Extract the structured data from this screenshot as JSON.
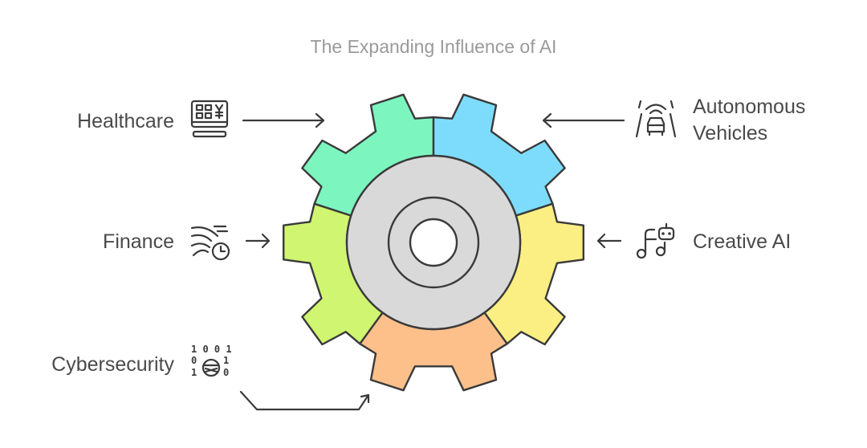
{
  "title": "The Expanding Influence of AI",
  "colors": {
    "healthcare": "#7df5bf",
    "autonomous": "#7ddcfb",
    "creative": "#fbef84",
    "cybersecurity": "#fdc08a",
    "finance": "#d0f570",
    "hub": "#d9d9d9",
    "stroke": "#3a3a3a"
  },
  "sectors": [
    {
      "key": "healthcare",
      "icon": "computer-icon"
    },
    {
      "key": "autonomous",
      "icon": "car-sensor-icon"
    },
    {
      "key": "creative",
      "icon": "music-robot-icon"
    },
    {
      "key": "cybersecurity",
      "icon": "binary-hacker-icon"
    },
    {
      "key": "finance",
      "icon": "wind-clock-icon"
    }
  ],
  "labels": {
    "healthcare": "Healthcare",
    "autonomous_line1": "Autonomous",
    "autonomous_line2": "Vehicles",
    "finance": "Finance",
    "creative": "Creative AI",
    "cybersecurity": "Cybersecurity"
  },
  "binary": {
    "row1": "1 0 0 1",
    "row2_left": "0",
    "row2_right": "1",
    "row3_left": "1",
    "row3_right": "0"
  }
}
